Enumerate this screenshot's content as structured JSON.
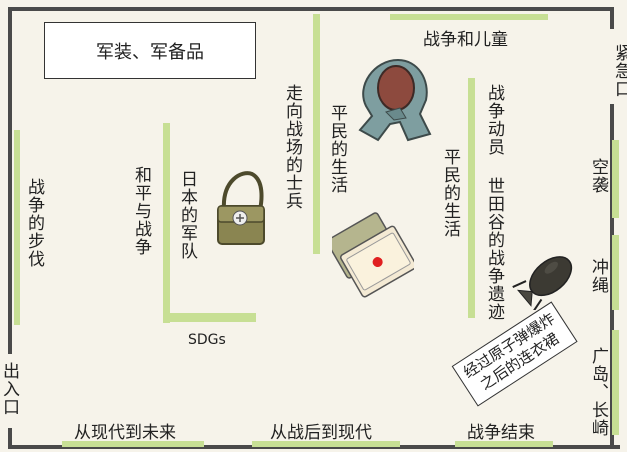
{
  "zones": {
    "military_gear": "军装、军备品",
    "children_war": "战争和儿童",
    "emergency_exit": "紧急口",
    "soldiers_to_battlefield": "走向战场的士兵",
    "civilian_life_1": "平民的生活",
    "civilian_life_2": "平民的生活",
    "mobilization_setagaya": "战争动员 世田谷的战争遗迹",
    "steps_of_war": "战争的步伐",
    "peace_and_war": "和平与战争",
    "japanese_army": "日本的军队",
    "air_raid": "空袭",
    "okinawa": "冲绳",
    "hiroshima_nagasaki": "广岛、长崎",
    "sdgs": "SDGs",
    "note_line1": "经过原子弹爆炸",
    "note_line2": "之后的连衣裙",
    "entrance": "出入口",
    "present_to_future": "从现代到未来",
    "postwar_to_present": "从战后到现代",
    "end_of_war": "战争结束"
  },
  "icons": [
    "bag-icon",
    "hood-icon",
    "box-icon",
    "bomb-icon"
  ],
  "colors": {
    "accent_green": "#c7df94",
    "wall": "#4a4a4a",
    "red_dot": "#e02020"
  }
}
